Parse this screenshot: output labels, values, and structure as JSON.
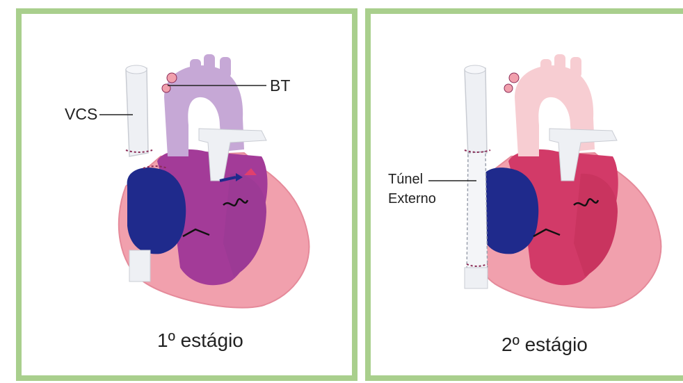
{
  "panels": [
    {
      "caption": "1º estágio",
      "labels": {
        "vcs": "VCS",
        "bt": "BT"
      }
    },
    {
      "caption": "2º estágio",
      "labels": {
        "tunnel_line1": "Túnel",
        "tunnel_line2": "Externo"
      }
    }
  ],
  "colors": {
    "frame": "#a9cf8d",
    "pink": "#f1a0ad",
    "red": "#d23a68",
    "purple": "#a33b98",
    "lavender": "#c6a8d6",
    "blue": "#1f2a8c",
    "vessel": "#eef0f4"
  }
}
